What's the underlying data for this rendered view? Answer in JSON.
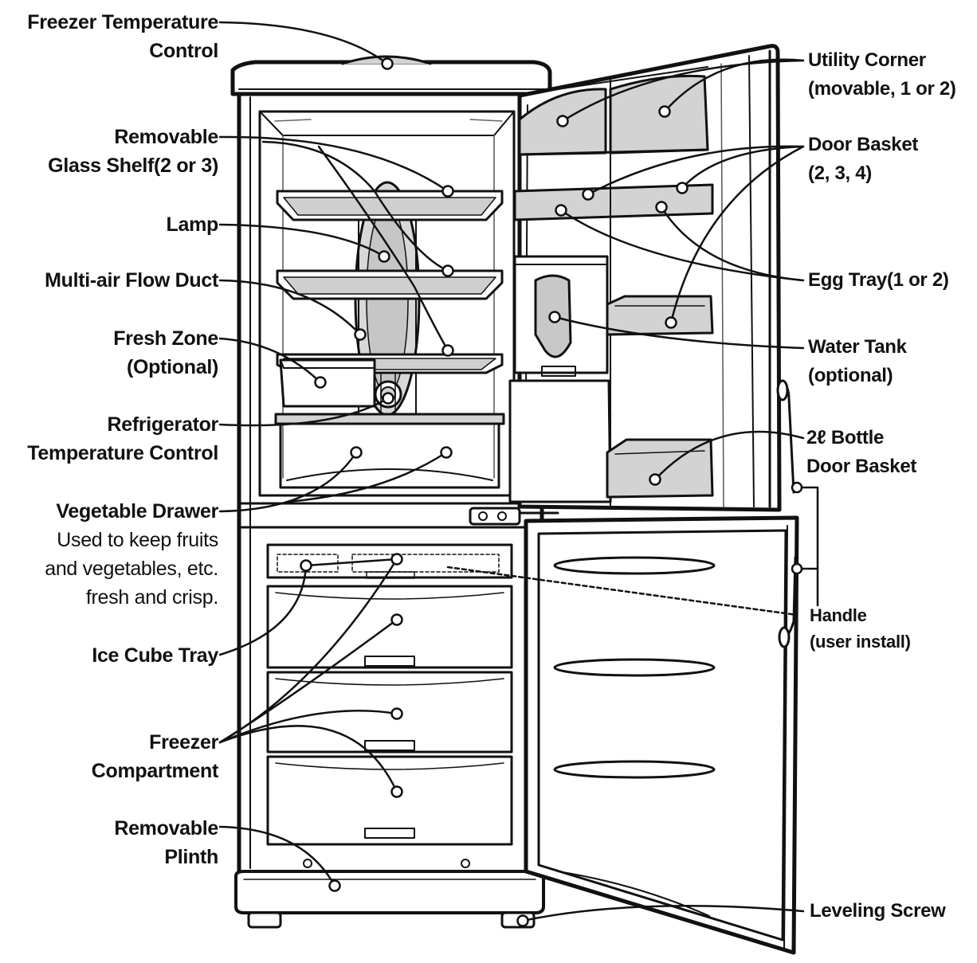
{
  "labels": {
    "freezer_temp_control": [
      "Freezer Temperature",
      "Control"
    ],
    "removable_glass_shelf": [
      "Removable",
      "Glass Shelf(2 or 3)"
    ],
    "lamp": [
      "Lamp"
    ],
    "multi_air_flow_duct": [
      "Multi-air Flow Duct"
    ],
    "fresh_zone": [
      "Fresh Zone",
      "(Optional)"
    ],
    "refrigerator_temp_control": [
      "Refrigerator",
      "Temperature Control"
    ],
    "vegetable_drawer": [
      "Vegetable Drawer"
    ],
    "vegetable_drawer_desc": [
      "Used to keep fruits",
      "and vegetables, etc.",
      "fresh and crisp."
    ],
    "ice_cube_tray": [
      "Ice Cube Tray"
    ],
    "freezer_compartment": [
      "Freezer",
      "Compartment"
    ],
    "removable_plinth": [
      "Removable",
      "Plinth"
    ],
    "utility_corner": [
      "Utility Corner",
      "(movable, 1 or 2)"
    ],
    "door_basket": [
      "Door Basket",
      "(2, 3, 4)"
    ],
    "egg_tray": [
      "Egg Tray(1 or 2)"
    ],
    "water_tank": [
      "Water Tank",
      "(optional)"
    ],
    "bottle_door_basket": [
      "2ℓ Bottle",
      "Door Basket"
    ],
    "handle": [
      "Handle",
      "(user install)"
    ],
    "leveling_screw": [
      "Leveling Screw"
    ]
  },
  "colors": {
    "ink": "#111111",
    "shade": "#d3d3d3",
    "light_shade": "#ececec",
    "background": "#ffffff"
  }
}
